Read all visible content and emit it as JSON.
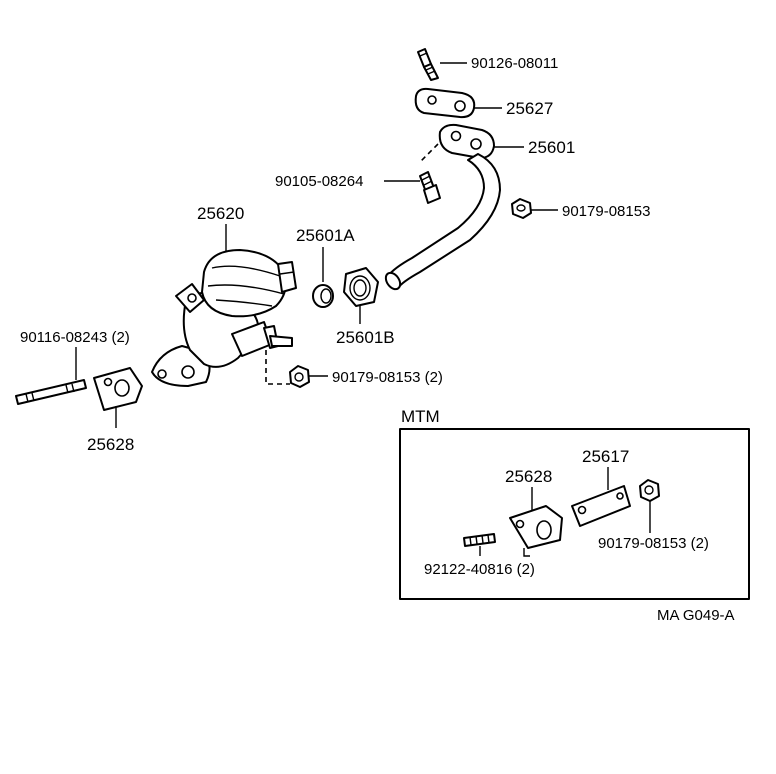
{
  "parts": {
    "bolt_top": "90126-08011",
    "gasket_top": "25627",
    "pipe": "25601",
    "screw": "90105-08264",
    "nut_right": "90179-08153",
    "valve": "25620",
    "union_a": "25601A",
    "union_b": "25601B",
    "stud_left": "90116-08243 (2)",
    "nut_bottom": "90179-08153 (2)",
    "gasket_left": "25628"
  },
  "inset": {
    "title": "MTM",
    "gasket": "25628",
    "bracket": "25617",
    "nut": "90179-08153 (2)",
    "stud": "92122-40816 (2)"
  },
  "figure_code": "MA G049-A"
}
